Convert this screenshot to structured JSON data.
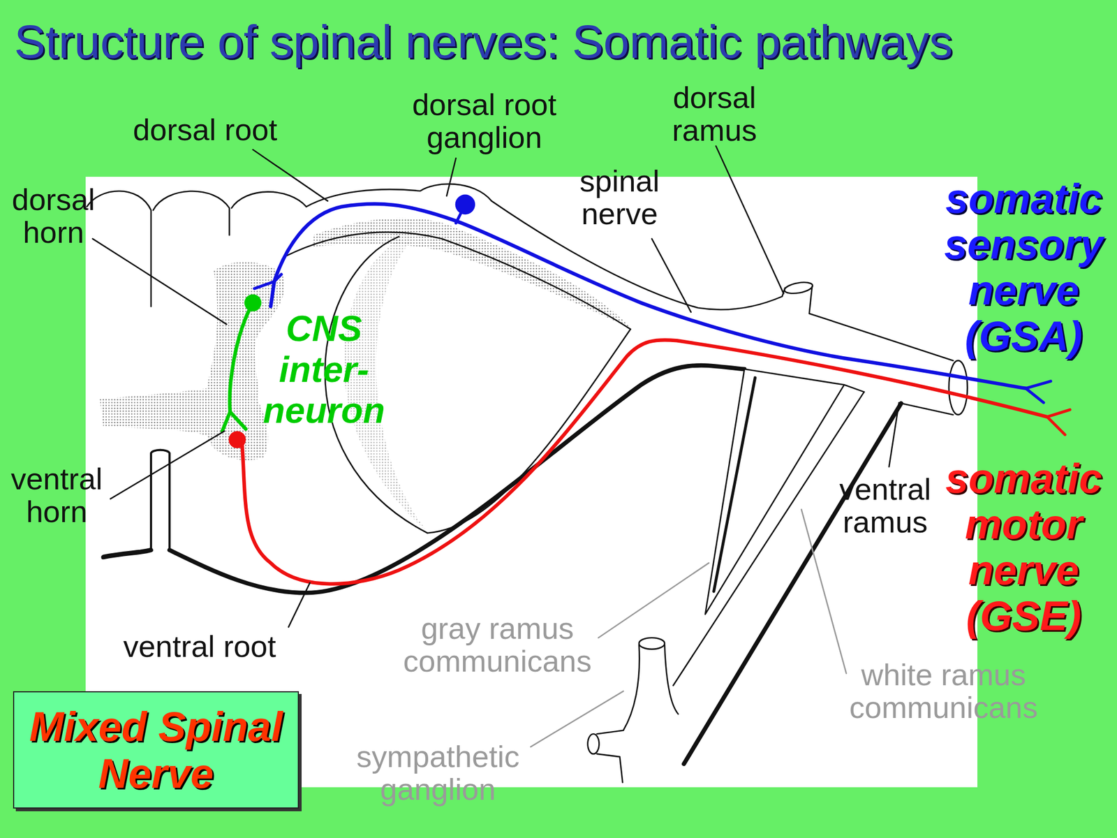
{
  "diagram": {
    "title": "Structure of spinal nerves: Somatic pathways",
    "nodes": [
      {
        "text": [
          "Mixed Spinal Nerve"
        ]
      }
    ],
    "labels": [
      "dorsal root",
      "dorsal root ganglion",
      "dorsal ramus",
      "dorsal horn",
      "spinal nerve",
      "somatic sensory nerve (GSA)",
      "CNS inter- neuron",
      "ventral horn",
      "ventral ramus",
      "somatic motor nerve (GSE)",
      "ventral root",
      "gray ramus communicans",
      "white ramus communicans",
      "sympathetic ganglion"
    ]
  }
}
